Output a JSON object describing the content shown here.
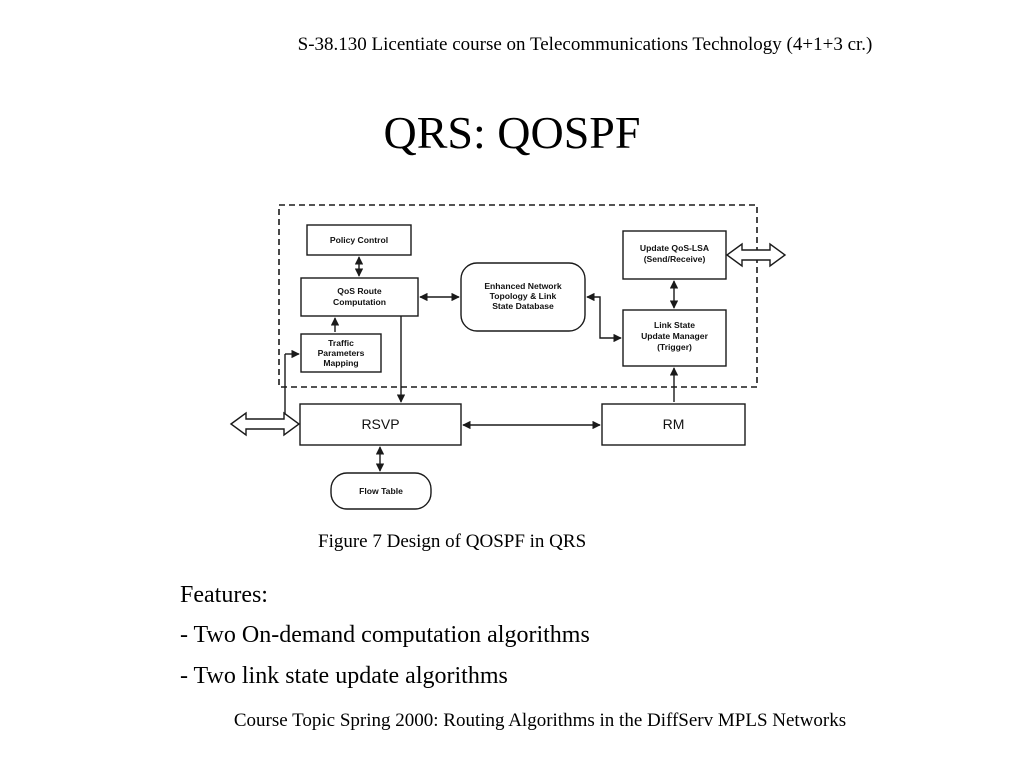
{
  "header": {
    "course": "S-38.130 Licentiate course on Telecommunications Technology (4+1+3 cr.)"
  },
  "slide": {
    "title": "QRS: QOSPF"
  },
  "diagram": {
    "policy_control": "Policy Control",
    "qos_route_line1": "QoS Route",
    "qos_route_line2": "Computation",
    "traffic_line1": "Traffic",
    "traffic_line2": "Parameters",
    "traffic_line3": "Mapping",
    "enhanced_line1": "Enhanced Network",
    "enhanced_line2": "Topology & Link",
    "enhanced_line3": "State Database",
    "update_lsa_line1": "Update QoS-LSA",
    "update_lsa_line2": "(Send/Receive)",
    "lsum_line1": "Link State",
    "lsum_line2": "Update Manager",
    "lsum_line3": "(Trigger)",
    "rsvp": "RSVP",
    "rm": "RM",
    "flow_table": "Flow Table"
  },
  "caption": "Figure 7 Design of QOSPF in QRS",
  "features": {
    "heading": "Features:",
    "items": [
      "- Two On-demand computation algorithms",
      "- Two link state update algorithms"
    ]
  },
  "footer": "Course Topic Spring 2000: Routing Algorithms in the DiffServ MPLS Networks"
}
